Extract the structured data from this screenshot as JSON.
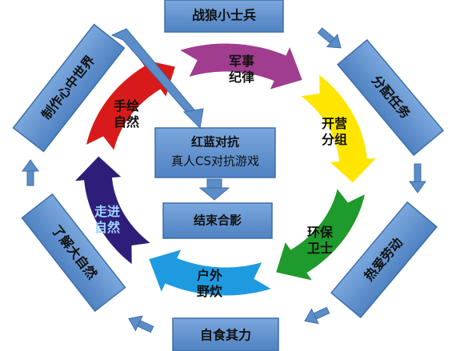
{
  "diagram": {
    "outer_boxes": [
      {
        "id": "top",
        "label": "战狼小士兵"
      },
      {
        "id": "upper-right",
        "label": "分配任务"
      },
      {
        "id": "lower-right",
        "label": "热爱劳动"
      },
      {
        "id": "bottom",
        "label": "自食其力"
      },
      {
        "id": "lower-left",
        "label": "了解大自然"
      },
      {
        "id": "upper-left",
        "label": "制作心中世界"
      }
    ],
    "cycle_segments": [
      {
        "line1": "军事",
        "line2": "纪律",
        "color": "#A03D8E",
        "text_color": "#111111"
      },
      {
        "line1": "开营",
        "line2": "分组",
        "color": "#FFE600",
        "text_color": "#111111"
      },
      {
        "line1": "环保",
        "line2": "卫士",
        "color": "#1F9A2C",
        "text_color": "#111111"
      },
      {
        "line1": "户外",
        "line2": "野炊",
        "color": "#1E9BE0",
        "text_color": "#111111"
      },
      {
        "line1": "走进",
        "line2": "自然",
        "color": "#2E1E7A",
        "text_color": "#9FD4FF"
      },
      {
        "line1": "手绘",
        "line2": "自然",
        "color": "#D91A1A",
        "text_color": "#111111"
      }
    ],
    "center": {
      "title": "红蓝对抗",
      "subtitle": "真人CS对抗游戏",
      "final": "结束合影"
    },
    "colors": {
      "box_fill": "#5B8DC9",
      "box_stroke": "#3E6FA8",
      "arrow": "#5B8DC9"
    }
  }
}
